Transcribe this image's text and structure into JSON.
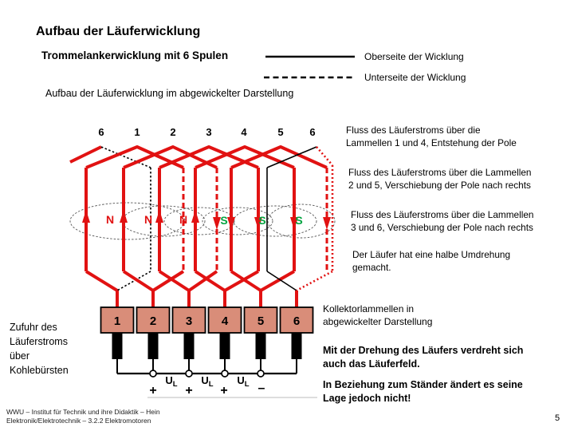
{
  "slide": {
    "title": "Aufbau der Läuferwicklung",
    "subtitle": "Trommelankerwicklung mit 6 Spulen",
    "caption": "Aufbau der Läuferwicklung im abgewickelter Darstellung",
    "footer_line1": "WWU – Institut für Technik und ihre Didaktik – Hein",
    "footer_line2": "Elektronik/Elektrotechnik – 3.2.2 Elektromotoren",
    "page_number": "5"
  },
  "legend": {
    "oberseite": "Oberseite der Wicklung",
    "unterseite": "Unterseite der Wicklung"
  },
  "winding": {
    "slot_numbers": [
      "6",
      "1",
      "2",
      "3",
      "4",
      "5",
      "6"
    ],
    "pole_labels_n": [
      "N",
      "N",
      "N"
    ],
    "pole_labels_s": [
      "S",
      "S",
      "S"
    ]
  },
  "collector": {
    "numbers": [
      "1",
      "2",
      "3",
      "4",
      "5",
      "6"
    ]
  },
  "terminals": {
    "voltage_symbol": "U",
    "voltage_sub": "L",
    "signs": [
      "+",
      "+",
      "+",
      "–"
    ]
  },
  "annotations": {
    "flux1": [
      "Fluss des Läuferstroms über die",
      "Lammellen 1 und 4, Entstehung der Pole"
    ],
    "flux2": [
      "Fluss des Läuferstroms über die Lammellen",
      "2 und 5, Verschiebung der Pole nach rechts"
    ],
    "flux3": [
      "Fluss des Läuferstroms über die Lammellen",
      "3 und 6, Verschiebung der Pole nach rechts"
    ],
    "rotation": [
      "Der Läufer hat eine halbe Umdrehung",
      "gemacht."
    ],
    "kollektor": [
      "Kollektorlammellen in",
      "abgewickelter Darstellung"
    ],
    "bold1": [
      "Mit der Drehung des Läufers verdreht sich",
      "auch das Läuferfeld."
    ],
    "bold2": [
      "In Beziehung zum Ständer ändert es seine",
      "Lage jedoch nicht!"
    ],
    "zufuhr": [
      "Zufuhr des",
      "Läuferstroms",
      "über",
      "Kohlebürsten"
    ]
  },
  "colors": {
    "winding_red": "#e11212",
    "pole_n_red": "#e11212",
    "pole_s_green": "#00a33f",
    "collector_fill": "#d98d79",
    "black": "#000000"
  }
}
